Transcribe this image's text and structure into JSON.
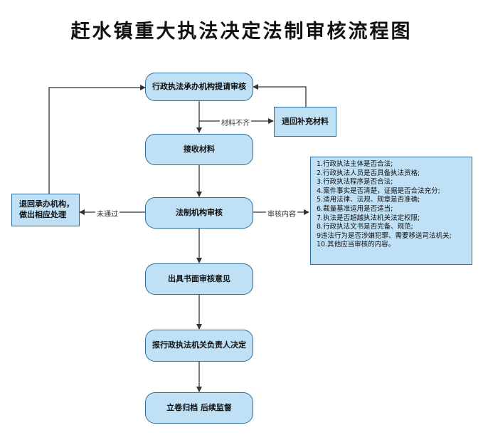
{
  "title": "赶水镇重大执法决定法制审核流程图",
  "nodes": {
    "submit": "行政执法承办机构提请审核",
    "supplement": "退回补充材料",
    "receive": "接收材料",
    "review": "法制机构审核",
    "return_left_line1": "退回承办机构，",
    "return_left_line2": "做出相应处理",
    "opinion": "出具书面审核意见",
    "decision": "报行政执法机关负责人决定",
    "archive": "立卷归档  后续监督"
  },
  "edge_labels": {
    "incomplete": "材料不齐",
    "not_passed": "未通过",
    "review_content": "审核内容"
  },
  "checklist": [
    "1.行政执法主体是否合法;",
    "2.行政执法人员是否具备执法资格;",
    "3.行政执法程序是否合法;",
    "4.案件事实是否清楚，证据是否合法充分;",
    "5.适用法律、法规、规章是否准确;",
    "6.裁量基准运用是否适当;",
    "7.执法是否超越执法机关法定权限;",
    "8.行政执法文书是否完备、规范;",
    "9违法行为是否涉嫌犯罪、需要移送司法机关;",
    "10.其他应当审核的内容。"
  ],
  "colors": {
    "node_fill": "#bfe0f5",
    "node_border": "#2f6d9e",
    "line": "#333333"
  }
}
